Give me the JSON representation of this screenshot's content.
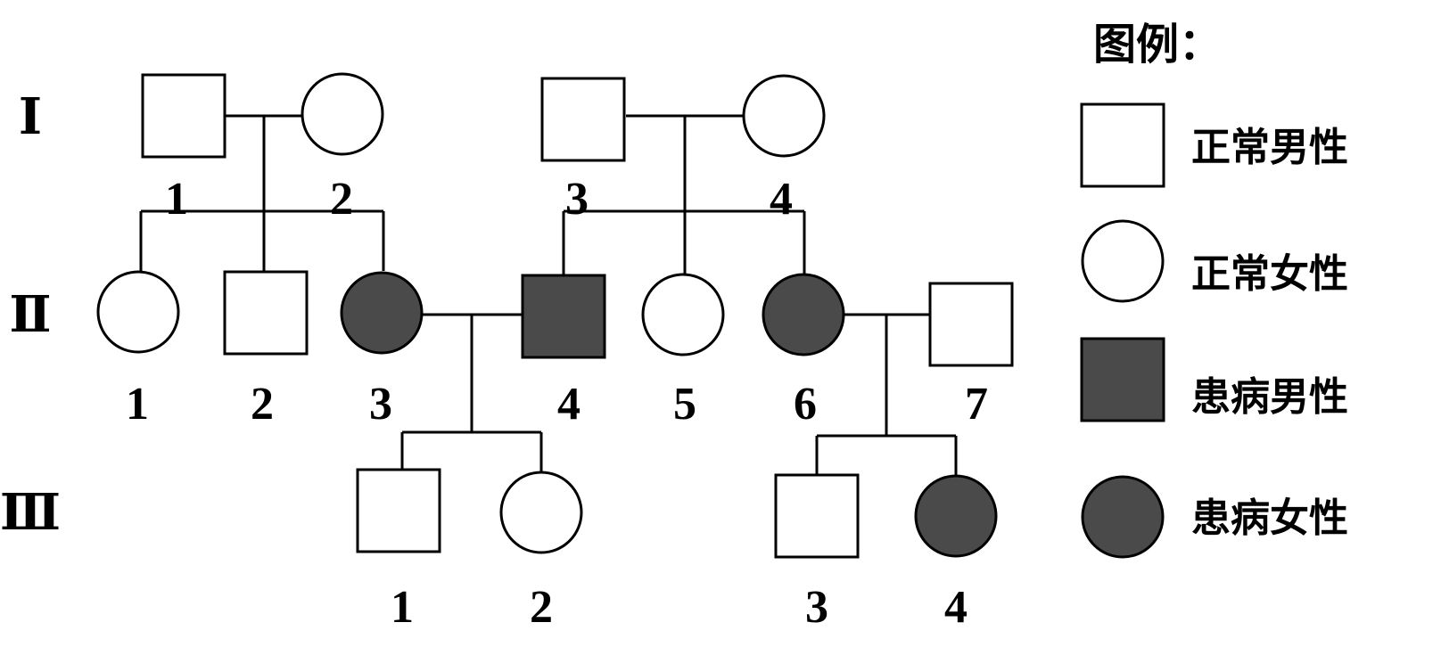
{
  "generations": [
    {
      "id": "I",
      "label": "Ⅰ"
    },
    {
      "id": "II",
      "label": "Ⅱ"
    },
    {
      "id": "III",
      "label": "Ⅲ"
    }
  ],
  "individuals": [
    {
      "gen": "I",
      "num": "1",
      "sex": "male",
      "affected": false
    },
    {
      "gen": "I",
      "num": "2",
      "sex": "female",
      "affected": false
    },
    {
      "gen": "I",
      "num": "3",
      "sex": "male",
      "affected": false
    },
    {
      "gen": "I",
      "num": "4",
      "sex": "female",
      "affected": false
    },
    {
      "gen": "II",
      "num": "1",
      "sex": "female",
      "affected": false
    },
    {
      "gen": "II",
      "num": "2",
      "sex": "male",
      "affected": false
    },
    {
      "gen": "II",
      "num": "3",
      "sex": "female",
      "affected": true
    },
    {
      "gen": "II",
      "num": "4",
      "sex": "male",
      "affected": true
    },
    {
      "gen": "II",
      "num": "5",
      "sex": "female",
      "affected": false
    },
    {
      "gen": "II",
      "num": "6",
      "sex": "female",
      "affected": true
    },
    {
      "gen": "II",
      "num": "7",
      "sex": "male",
      "affected": false
    },
    {
      "gen": "III",
      "num": "1",
      "sex": "male",
      "affected": false
    },
    {
      "gen": "III",
      "num": "2",
      "sex": "female",
      "affected": false
    },
    {
      "gen": "III",
      "num": "3",
      "sex": "male",
      "affected": false
    },
    {
      "gen": "III",
      "num": "4",
      "sex": "female",
      "affected": true
    }
  ],
  "legend": {
    "title": "图例：",
    "items": [
      {
        "label": "正常男性",
        "sex": "male",
        "affected": false
      },
      {
        "label": "正常女性",
        "sex": "female",
        "affected": false
      },
      {
        "label": "患病男性",
        "sex": "male",
        "affected": true
      },
      {
        "label": "患病女性",
        "sex": "female",
        "affected": true
      }
    ]
  },
  "colors": {
    "affected": "#4a4a4a",
    "normal": "#ffffff",
    "line": "#000000"
  }
}
